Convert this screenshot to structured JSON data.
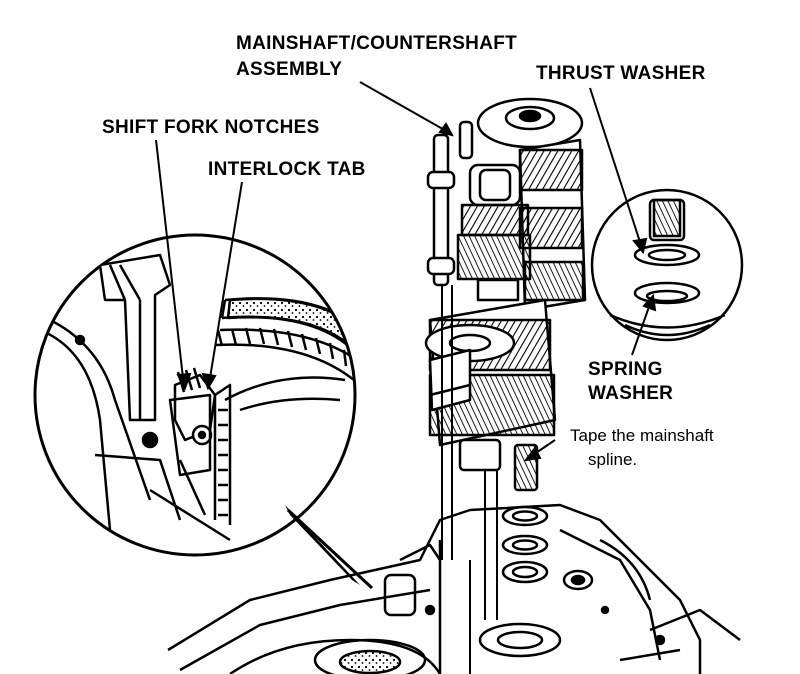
{
  "labels": {
    "assembly_line1": "MAINSHAFT/COUNTERSHAFT",
    "assembly_line2": "ASSEMBLY",
    "thrust_washer": "THRUST WASHER",
    "shift_fork_notches": "SHIFT FORK NOTCHES",
    "interlock_tab": "INTERLOCK TAB",
    "spring_washer_line1": "SPRING",
    "spring_washer_line2": "WASHER",
    "tape_note_line1": "Tape the mainshaft",
    "tape_note_line2": "spline."
  },
  "colors": {
    "ink": "#000000",
    "paper": "#ffffff"
  }
}
